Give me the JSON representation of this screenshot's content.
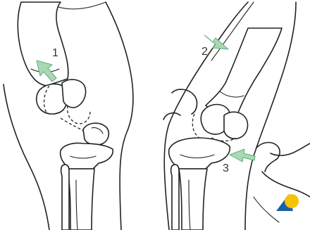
{
  "labels": {
    "one": "1",
    "two": "2",
    "three": "3"
  },
  "colors": {
    "arrow": "#a8d9b4",
    "arrow_stroke": "#5fae77",
    "line": "#222222",
    "logo_blue": "#1b5fa8",
    "logo_yellow": "#f5c400"
  },
  "icons": {
    "arrows": "arrow-icon",
    "logo": "brand-logo-icon"
  }
}
